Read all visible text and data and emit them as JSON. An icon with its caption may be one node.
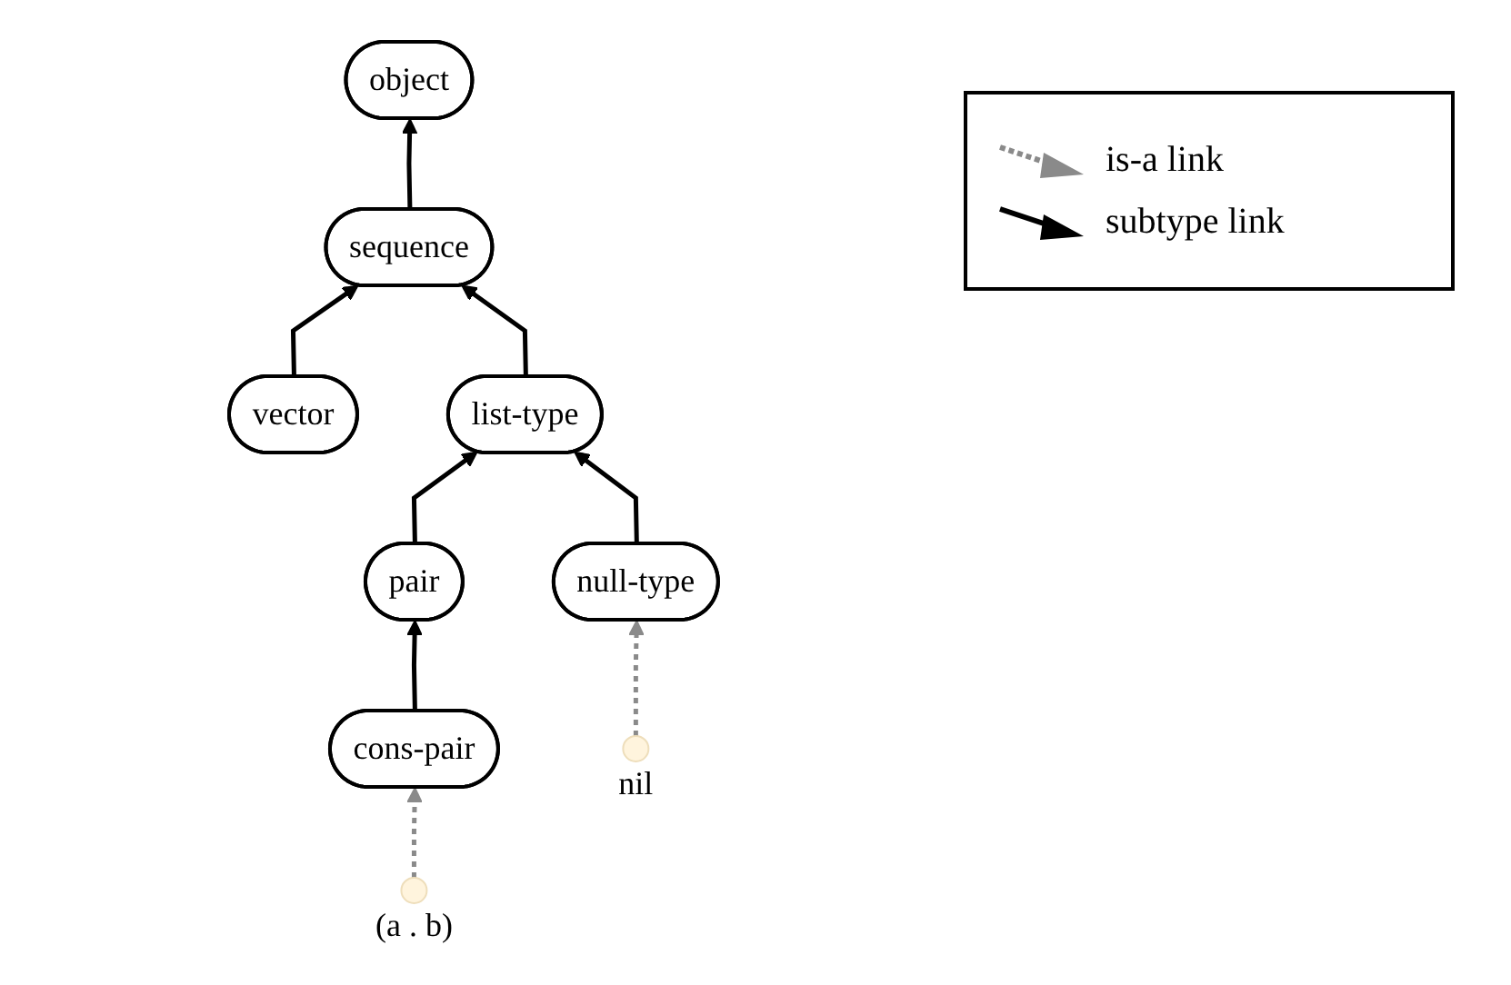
{
  "diagram": {
    "nodes": [
      {
        "text": [
          "object"
        ]
      },
      {
        "text": [
          "sequence"
        ]
      },
      {
        "text": [
          "vector"
        ]
      },
      {
        "text": [
          "list-type"
        ]
      },
      {
        "text": [
          "pair"
        ]
      },
      {
        "text": [
          "null-type"
        ]
      },
      {
        "text": [
          "cons-pair"
        ]
      },
      {
        "text": [],
        "shape": "circle",
        "beside": [
          "nil"
        ]
      },
      {
        "text": [],
        "shape": "circle",
        "beside": [
          "(a . b)"
        ]
      }
    ],
    "edges": [
      {
        "from": 1,
        "to": 0,
        "arrow": "to"
      },
      {
        "from": 2,
        "to": 1,
        "arrow": "to"
      },
      {
        "from": 3,
        "to": 1,
        "arrow": "to"
      },
      {
        "from": 4,
        "to": 3,
        "arrow": "to"
      },
      {
        "from": 5,
        "to": 3,
        "arrow": "to"
      },
      {
        "from": 6,
        "to": 4,
        "arrow": "to"
      },
      {
        "from": 7,
        "to": 5,
        "arrow": "to",
        "style": "dashed",
        "color": "#8a8a8a"
      },
      {
        "from": 8,
        "to": 6,
        "arrow": "to",
        "style": "dashed",
        "color": "#8a8a8a"
      }
    ],
    "legend": [
      {
        "text": "is-a link"
      },
      {
        "text": "subtype link"
      }
    ]
  }
}
